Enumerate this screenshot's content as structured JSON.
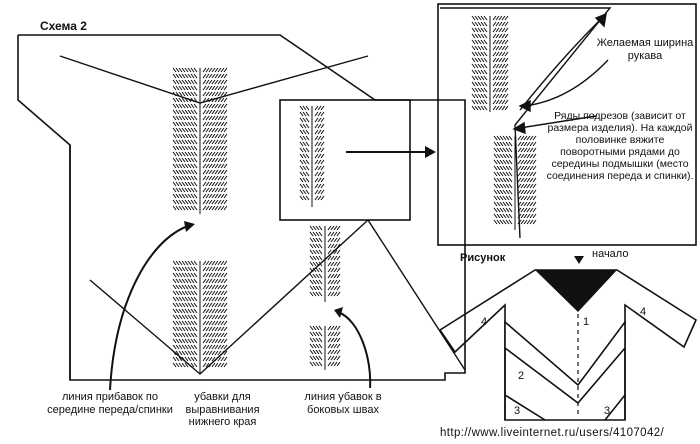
{
  "scheme_title": "Схема 2",
  "callout": {
    "sleeve_width": "Желаемая ширина рукава",
    "short_rows": "Ряды подрезов (зависит от размера изделия). На каждой половинке вяжите поворотными рядами до середины подмышки (место соединения переда и спинки)."
  },
  "figure": {
    "title": "Рисунок",
    "start_label": "начало",
    "part_numbers": [
      "1",
      "2",
      "3",
      "3",
      "4",
      "4"
    ]
  },
  "captions": {
    "increase_line": "линия прибавок по середине переда/спинки",
    "hem_decreases": "убавки для выравнивания нижнего края",
    "side_decreases": "линия убавок в боковых швах"
  },
  "watermark": "http://www.liveinternet.ru/users/4107042/",
  "colors": {
    "ink": "#111111",
    "paper": "#ffffff"
  }
}
